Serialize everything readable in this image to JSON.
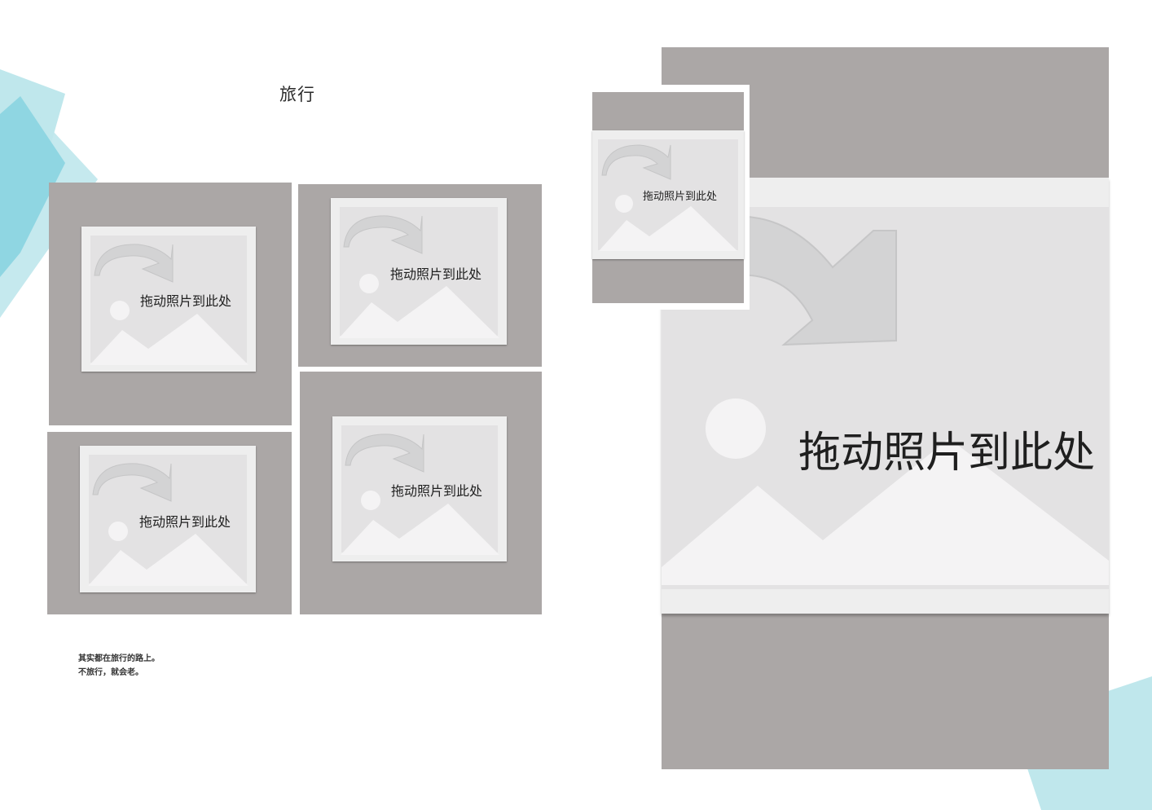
{
  "page": {
    "title": "旅行",
    "caption_lines": [
      "其实都在旅行的路上。",
      "不旅行，就会老。"
    ]
  },
  "placeholders": {
    "label": "拖动照片到此处"
  },
  "colors": {
    "slot_gray": "#aba7a6",
    "placeholder_bg": "#eeeeee",
    "accent_teal": "#7fcfdc",
    "accent_light": "#bfe7ec"
  },
  "icons": [
    "image-placeholder-icon",
    "drag-arrow-icon"
  ]
}
